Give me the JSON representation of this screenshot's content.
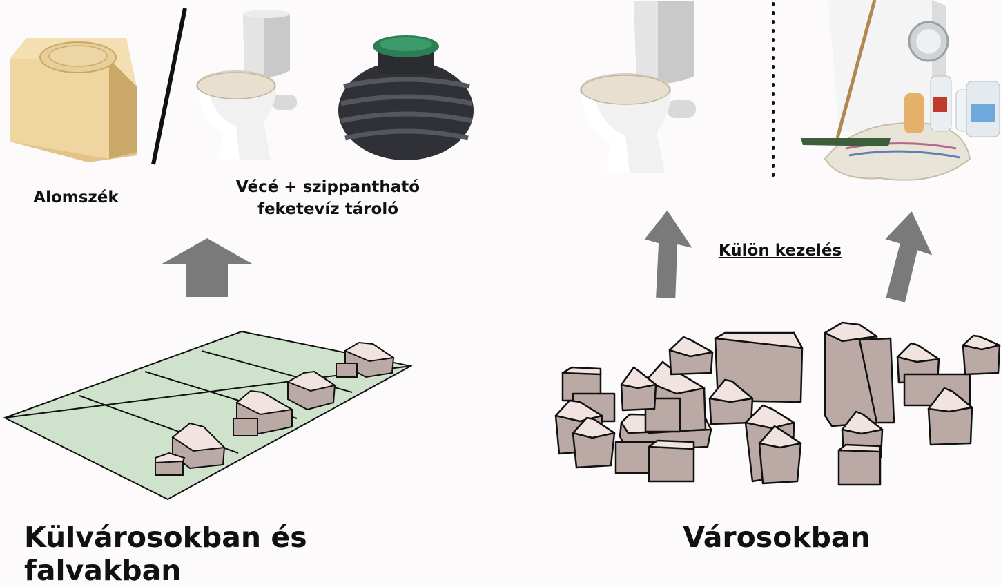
{
  "labels": {
    "alomszek": "Alomszék",
    "vece_line1": "Vécé + szippantható",
    "vece_line2": "feketevíz tároló",
    "kulon": "Külön kezelés",
    "left_bottom": "Külvárosokban és falvakban",
    "right_bottom": "Városokban"
  },
  "colors": {
    "background": "#fdfafb",
    "arrow": "#7a7a7a",
    "lawn": "#cfe3cc",
    "house_wall": "#bba9a6",
    "house_roof": "#f1e3df",
    "wood": "#e6c98e"
  },
  "icons": [
    "composting-toilet-icon",
    "toilet-icon",
    "septic-tank-icon",
    "laundry-cleaning-icon"
  ]
}
